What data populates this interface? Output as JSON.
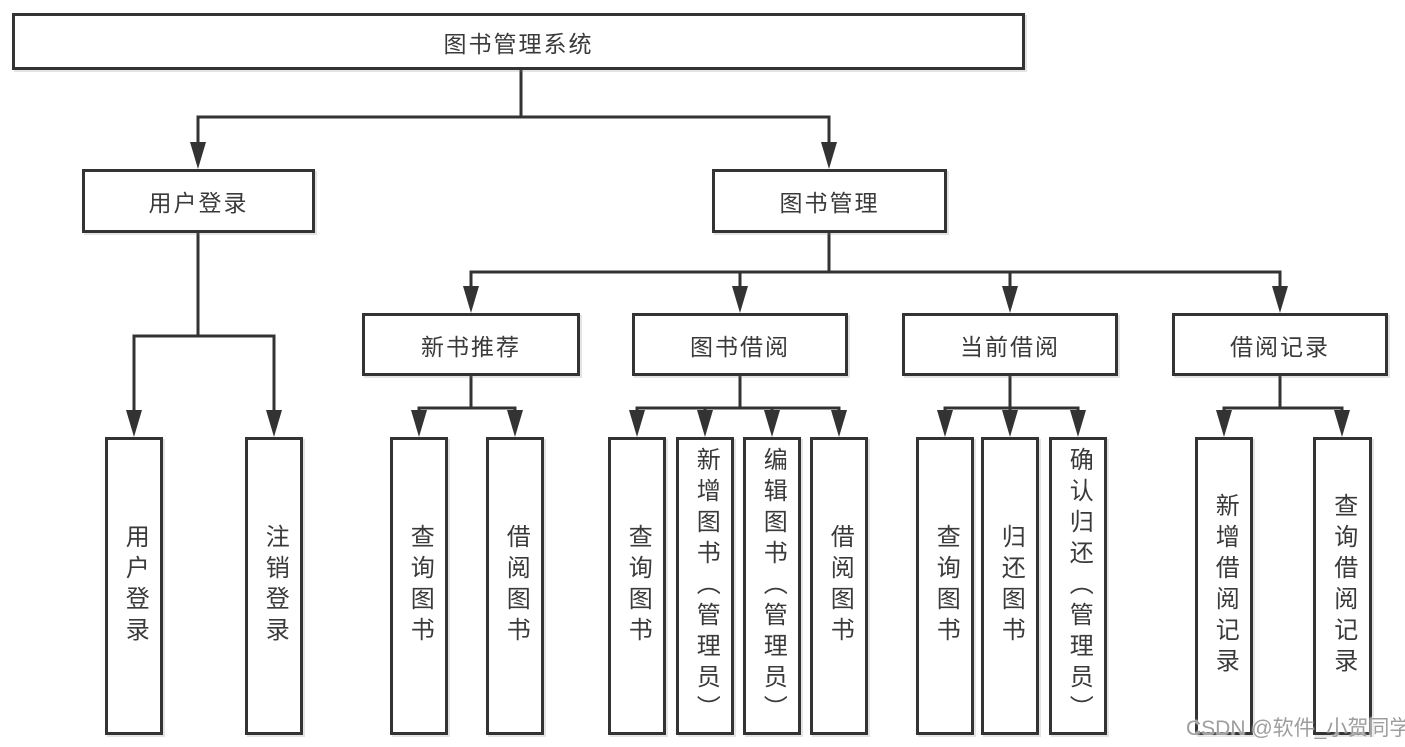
{
  "diagram_title": "图书管理系统",
  "colors": {
    "line": "#333333",
    "box_border": "#333333",
    "box_fill": "#ffffff",
    "text": "#3a3a3a",
    "watermark": "#9e9e9e"
  },
  "nodes": {
    "root": "图书管理系统",
    "user_login": "用户登录",
    "book_mgmt": "图书管理",
    "leaf_user_login": "用户登录",
    "leaf_logout": "注销登录",
    "new_book_rec": "新书推荐",
    "book_borrow": "图书借阅",
    "current_borrow": "当前借阅",
    "borrow_record": "借阅记录",
    "nb_query": "查询图书",
    "nb_borrow": "借阅图书",
    "bb_query": "查询图书",
    "bb_add": "新增图书（管理员）",
    "bb_edit": "编辑图书（管理员）",
    "bb_borrow": "借阅图书",
    "cb_query": "查询图书",
    "cb_return": "归还图书",
    "cb_confirm": "确认归还（管理员）",
    "br_add": "新增借阅记录",
    "br_query": "查询借阅记录"
  },
  "watermark": {
    "text": "CSDN @软件_小贺同学"
  }
}
